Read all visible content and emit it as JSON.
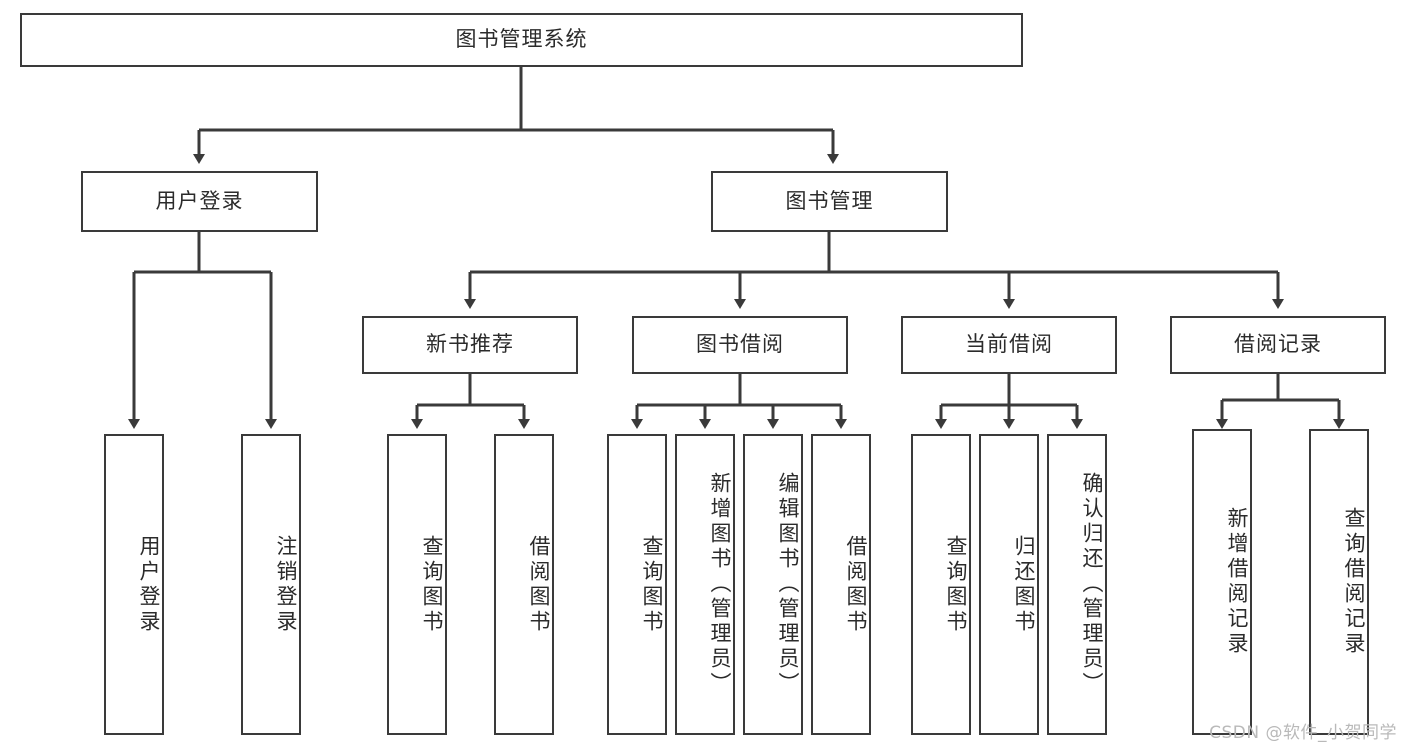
{
  "diagram": {
    "title": "图书管理系统",
    "type": "tree-hierarchy",
    "root": {
      "id": "root",
      "label": "图书管理系统"
    },
    "level2": [
      {
        "id": "user-login",
        "label": "用户登录"
      },
      {
        "id": "book-manage",
        "label": "图书管理"
      }
    ],
    "level3": [
      {
        "id": "new-book-rec",
        "label": "新书推荐",
        "parent": "book-manage"
      },
      {
        "id": "book-borrow",
        "label": "图书借阅",
        "parent": "book-manage"
      },
      {
        "id": "current-borrow",
        "label": "当前借阅",
        "parent": "book-manage"
      },
      {
        "id": "borrow-record",
        "label": "借阅记录",
        "parent": "book-manage"
      }
    ],
    "leaves": [
      {
        "id": "leaf-user-login",
        "label": "用户登录",
        "parent": "user-login"
      },
      {
        "id": "leaf-user-logout",
        "label": "注销登录",
        "parent": "user-login"
      },
      {
        "id": "leaf-query-book-1",
        "label": "查询图书",
        "parent": "new-book-rec"
      },
      {
        "id": "leaf-borrow-book-1",
        "label": "借阅图书",
        "parent": "new-book-rec"
      },
      {
        "id": "leaf-query-book-2",
        "label": "查询图书",
        "parent": "book-borrow"
      },
      {
        "id": "leaf-add-book",
        "label": "新增图书（管理员）",
        "parent": "book-borrow"
      },
      {
        "id": "leaf-edit-book",
        "label": "编辑图书（管理员）",
        "parent": "book-borrow"
      },
      {
        "id": "leaf-borrow-book-2",
        "label": "借阅图书",
        "parent": "book-borrow"
      },
      {
        "id": "leaf-query-book-3",
        "label": "查询图书",
        "parent": "current-borrow"
      },
      {
        "id": "leaf-return-book",
        "label": "归还图书",
        "parent": "current-borrow"
      },
      {
        "id": "leaf-confirm-return",
        "label": "确认归还（管理员）",
        "parent": "current-borrow"
      },
      {
        "id": "leaf-add-record",
        "label": "新增借阅记录",
        "parent": "borrow-record"
      },
      {
        "id": "leaf-query-record",
        "label": "查询借阅记录",
        "parent": "borrow-record"
      }
    ]
  },
  "watermark": {
    "text": "CSDN @软件_小贺同学"
  },
  "colors": {
    "stroke": "#3a3a3a",
    "background": "#ffffff",
    "text": "#2b2b2b",
    "watermark": "#b9b9b9"
  }
}
